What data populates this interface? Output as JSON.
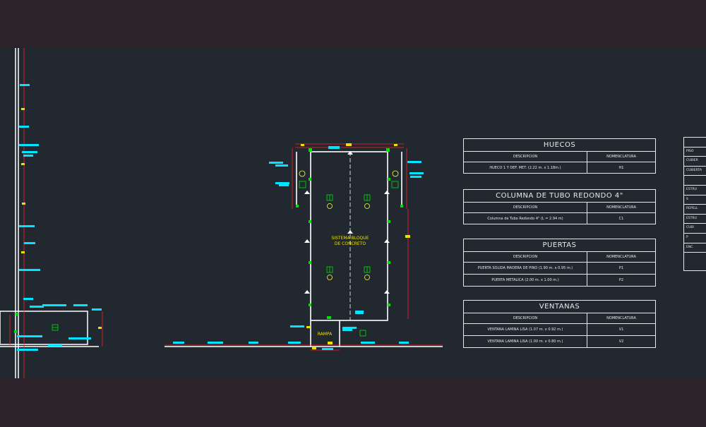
{
  "drawing": {
    "plan_label_line1": "SISTEMA BLOQUE",
    "plan_label_line2": "DE CONCRETO",
    "ramp_label": "RAMPA"
  },
  "tables": {
    "huecos": {
      "title": "HUECOS",
      "col1": "DESCRIPCION",
      "col2": "NOMENCLATURA",
      "rows": [
        {
          "desc": "HUECO 1 Y DEF. MET. (2.22 m. x 1.18m.)",
          "code": "H1"
        }
      ]
    },
    "columna": {
      "title": "COLUMNA DE TUBO REDONDO 4\"",
      "col1": "DESCRIPCION",
      "col2": "NOMENCLATURA",
      "rows": [
        {
          "desc": "Columna de Tubo Redondo 4\" (L = 2.94 m)",
          "code": "C1"
        }
      ]
    },
    "puertas": {
      "title": "PUERTAS",
      "col1": "DESCRIPCION",
      "col2": "NOMENCLATURA",
      "rows": [
        {
          "desc": "PUERTA SOLIDA MADERA DE PINO (1.90 m. x 0.95 m.)",
          "code": "P1"
        },
        {
          "desc": "PUERTA METALICA (2.00 m. x 1.00 m.)",
          "code": "P2"
        }
      ]
    },
    "ventanas": {
      "title": "VENTANAS",
      "col1": "DESCRIPCION",
      "col2": "NOMENCLATURA",
      "rows": [
        {
          "desc": "VENTANA LAMINA LISA (1.07 m. x 0.92 m.)",
          "code": "V1"
        },
        {
          "desc": "VENTANA LAMINA LISA (1.00 m. x 0.80 m.)",
          "code": "V2"
        }
      ]
    },
    "side": {
      "rows": [
        "",
        "PISO",
        "CUBIER",
        "CUBIERTA",
        "",
        "ESTRU",
        "S",
        "REPELL",
        "ESTRU",
        "CUBI",
        "P",
        "ENC"
      ]
    }
  },
  "colors": {
    "canvas": "#212830",
    "frame": "#2b2329",
    "wall": "#ffffff",
    "dimension": "#ff2020",
    "cyan": "#00e5ff",
    "yellow": "#f0e000",
    "green": "#00e000"
  }
}
